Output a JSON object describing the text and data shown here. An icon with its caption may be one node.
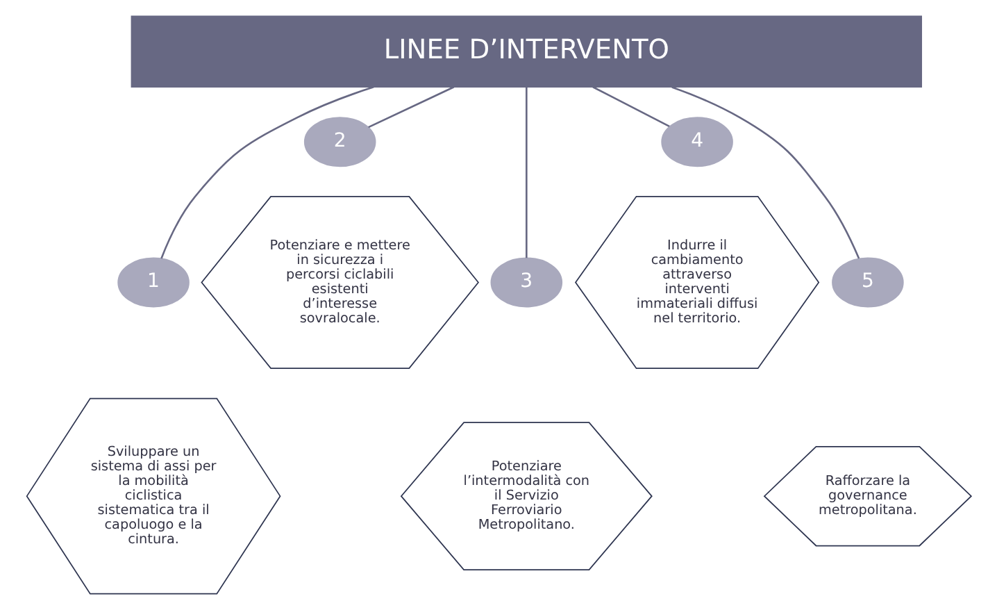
{
  "diagram": {
    "nodes": [
      {
        "text": [
          "LINEE D’INTERVENTO"
        ]
      },
      {
        "text": [
          "1"
        ]
      },
      {
        "text": [
          "Sviluppare un sistema di assi per la mobilità ciclistica sistematica tra il capoluogo e la cintura."
        ]
      },
      {
        "text": [
          "2"
        ]
      },
      {
        "text": [
          "Potenziare e mettere in sicurezza i percorsi ciclabili esistenti d’interesse sovralocale."
        ]
      },
      {
        "text": [
          "3"
        ]
      },
      {
        "text": [
          "Potenziare l’intermodalità con il Servizio Ferroviario Metropolitano."
        ]
      },
      {
        "text": [
          "4"
        ]
      },
      {
        "text": [
          "Indurre il cambiamento attraverso interventi immateriali diffusi nel territorio."
        ]
      },
      {
        "text": [
          "5"
        ]
      },
      {
        "text": [
          "Rafforzare la governance metropolitana."
        ]
      }
    ],
    "edges": [
      {
        "from": 0,
        "to": 1,
        "arrow": "none"
      },
      {
        "from": 0,
        "to": 3,
        "arrow": "none"
      },
      {
        "from": 0,
        "to": 5,
        "arrow": "none"
      },
      {
        "from": 0,
        "to": 7,
        "arrow": "none"
      },
      {
        "from": 0,
        "to": 9,
        "arrow": "none"
      }
    ]
  }
}
